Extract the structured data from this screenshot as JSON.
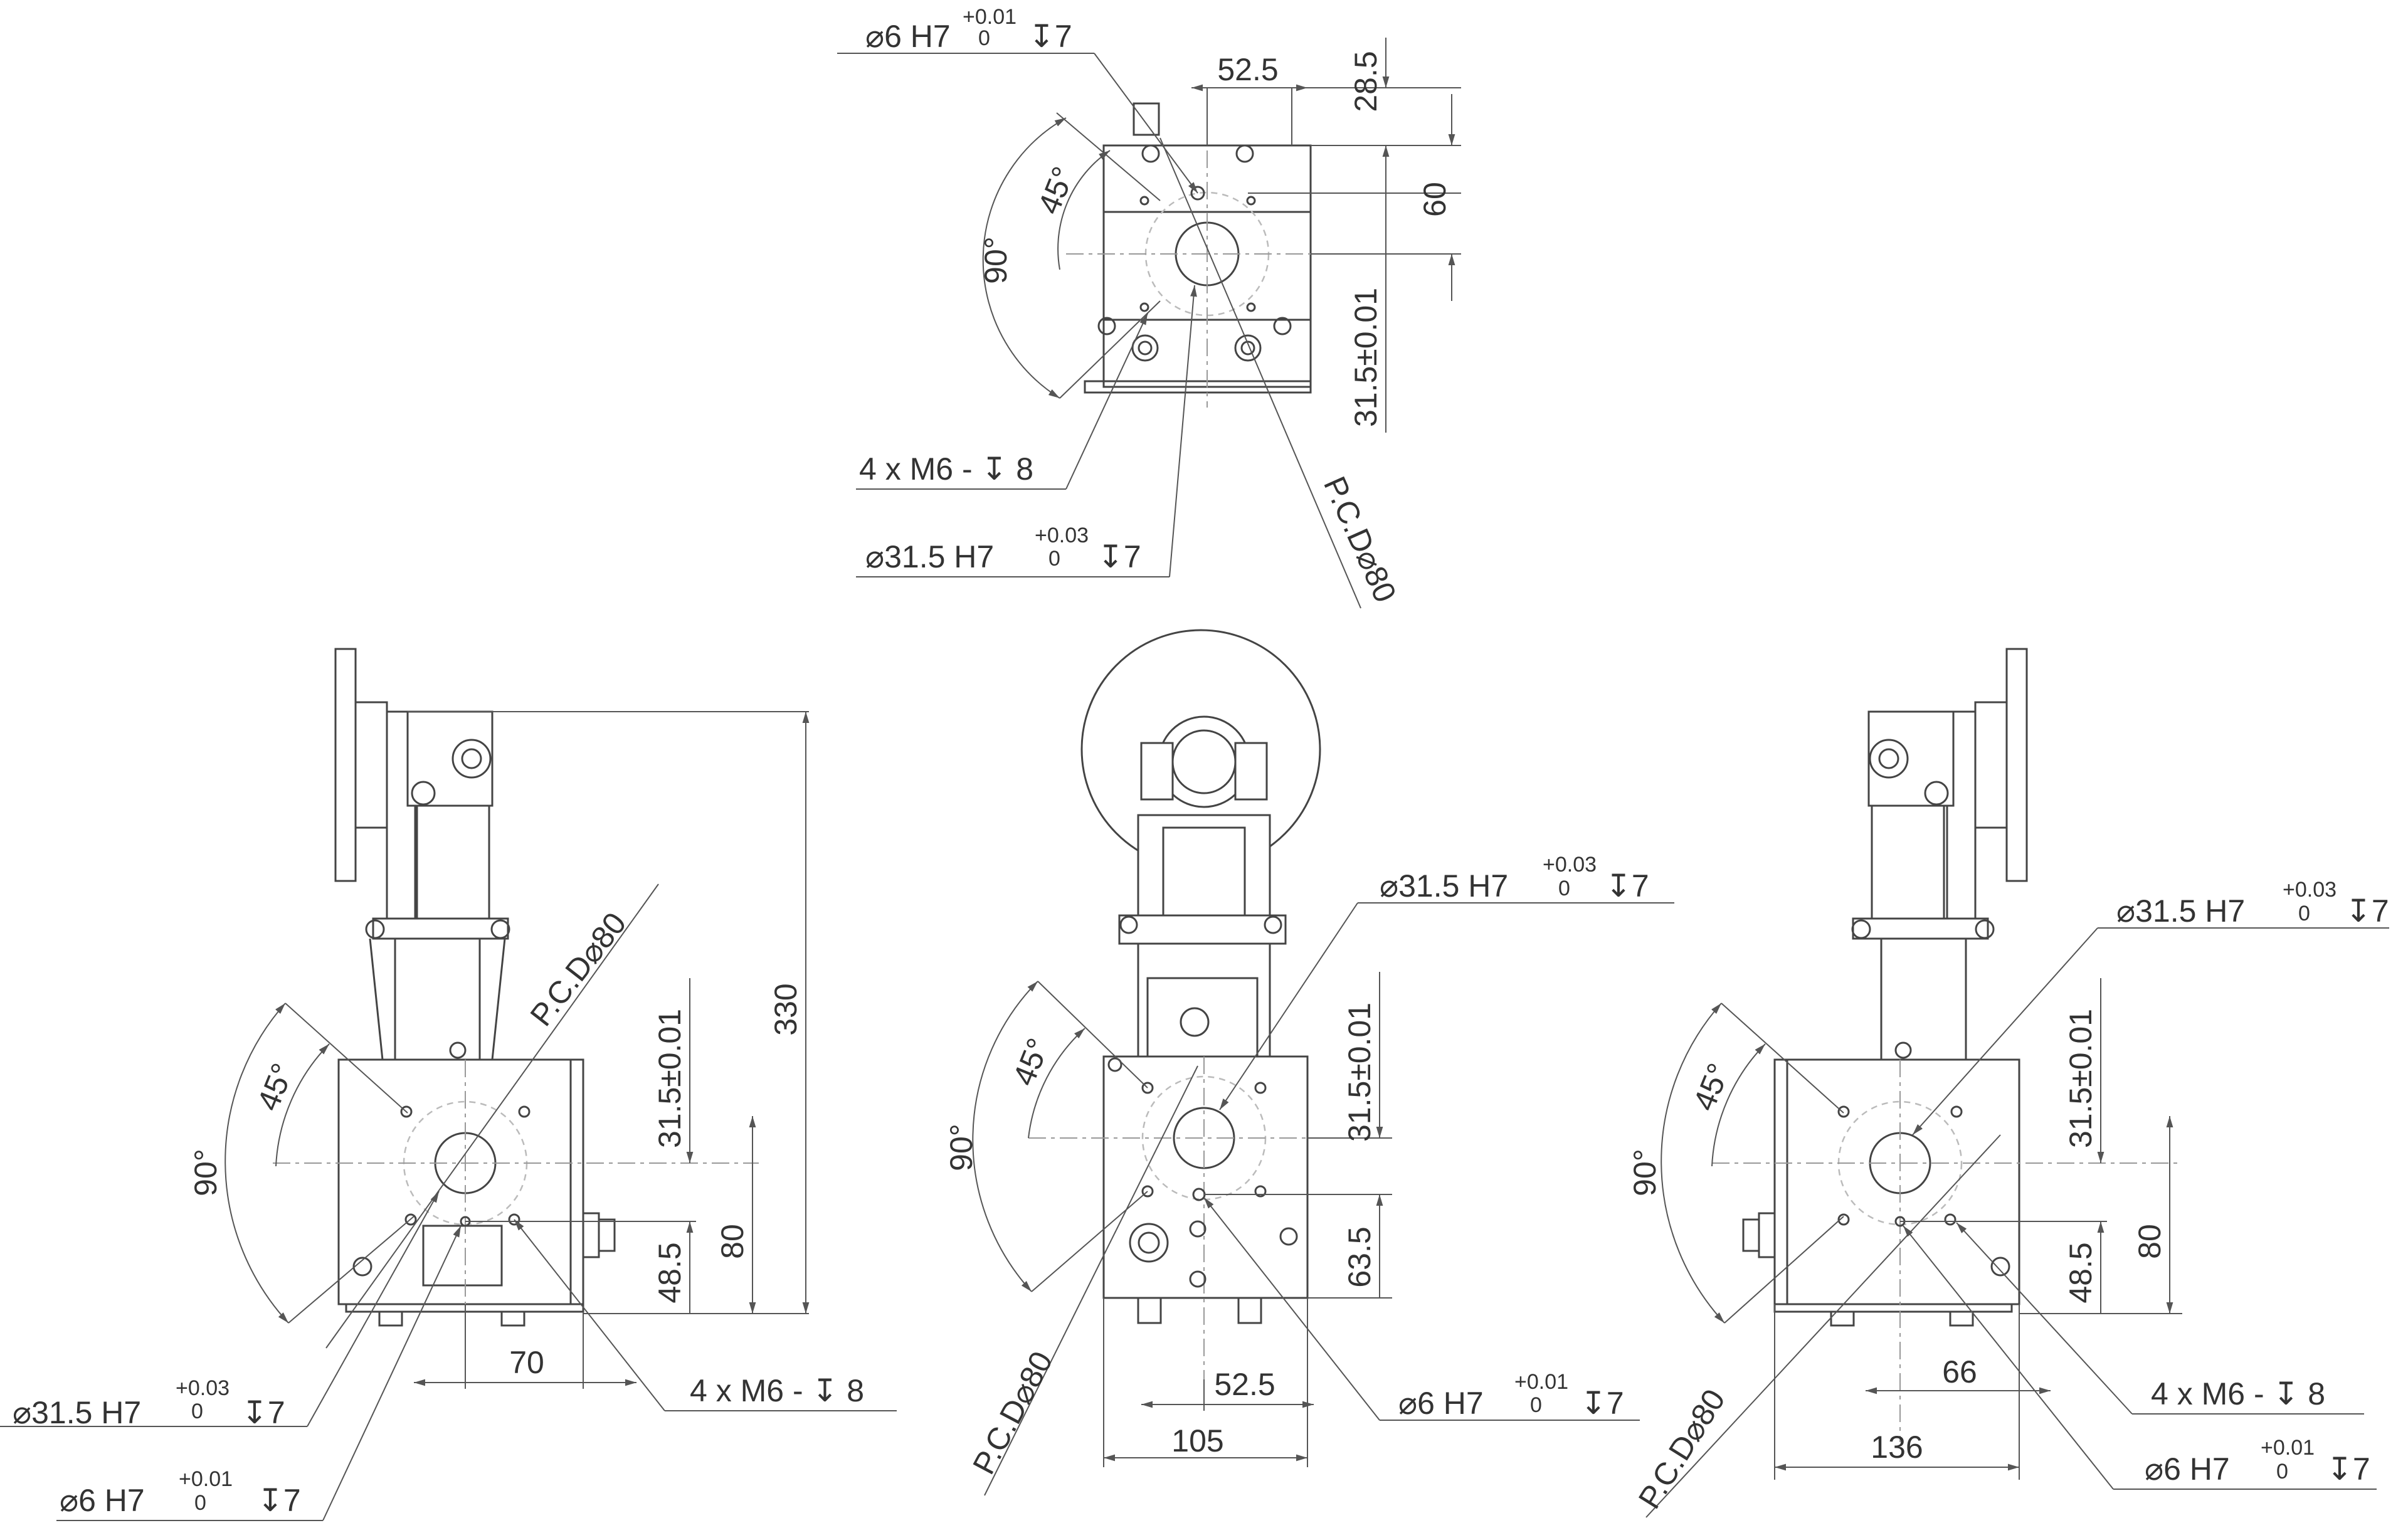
{
  "views": {
    "top": {
      "pin_hole": {
        "symbol": "⌀6 H7",
        "tol_upper": "+0.01",
        "tol_lower": "0",
        "depth": "↧7"
      },
      "width_52_5": "52.5",
      "offset_28_5": "28.5",
      "offset_60": "60",
      "offset_31_5": "31.5±0.01",
      "angle_45": "45°",
      "angle_90": "90°",
      "pcd": "P.C.D⌀80",
      "thread": "4 x M6 - ↧ 8",
      "bore": {
        "symbol": "⌀31.5 H7",
        "tol_upper": "+0.03",
        "tol_lower": "0",
        "depth": "↧7"
      }
    },
    "left": {
      "pcd": "P.C.D⌀80",
      "offset_31_5": "31.5±0.01",
      "height_330": "330",
      "height_80": "80",
      "height_48_5": "48.5",
      "angle_45": "45°",
      "angle_90": "90°",
      "width_70": "70",
      "thread": "4 x M6 - ↧ 8",
      "bore": {
        "symbol": "⌀31.5 H7",
        "tol_upper": "+0.03",
        "tol_lower": "0",
        "depth": "↧7"
      },
      "pin_hole": {
        "symbol": "⌀6 H7",
        "tol_upper": "+0.01",
        "tol_lower": "0",
        "depth": "↧7"
      }
    },
    "front": {
      "bore": {
        "symbol": "⌀31.5 H7",
        "tol_upper": "+0.03",
        "tol_lower": "0",
        "depth": "↧7"
      },
      "offset_31_5": "31.5±0.01",
      "height_63_5": "63.5",
      "angle_45": "45°",
      "angle_90": "90°",
      "pcd": "P.C.D⌀80",
      "width_52_5": "52.5",
      "width_105": "105",
      "pin_hole": {
        "symbol": "⌀6 H7",
        "tol_upper": "+0.01",
        "tol_lower": "0",
        "depth": "↧7"
      }
    },
    "right": {
      "bore": {
        "symbol": "⌀31.5 H7",
        "tol_upper": "+0.03",
        "tol_lower": "0",
        "depth": "↧7"
      },
      "offset_31_5": "31.5±0.01",
      "height_80": "80",
      "height_48_5": "48.5",
      "angle_45": "45°",
      "angle_90": "90°",
      "width_66": "66",
      "width_136": "136",
      "thread": "4 x M6 - ↧ 8",
      "pcd": "P.C.D⌀80",
      "pin_hole": {
        "symbol": "⌀6 H7",
        "tol_upper": "+0.01",
        "tol_lower": "0",
        "depth": "↧7"
      }
    }
  }
}
